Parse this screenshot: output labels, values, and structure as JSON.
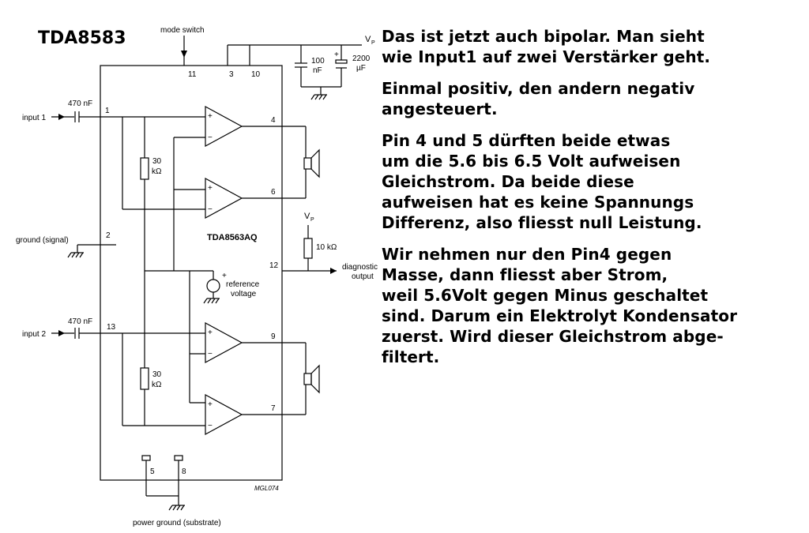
{
  "title": "TDA8583",
  "schematic": {
    "chip_label": "TDA8563AQ",
    "figure_code": "MGL074",
    "labels": {
      "mode_switch": "mode switch",
      "vp_top": "V",
      "vp_sub": "P",
      "cap_100": [
        "100",
        "nF"
      ],
      "cap_2200": [
        "2200",
        "µF"
      ],
      "input1": "input 1",
      "input2": "input 2",
      "cap_470_1": "470 nF",
      "cap_470_2": "470 nF",
      "res_30_top": [
        "30",
        "kΩ"
      ],
      "res_30_bot": [
        "30",
        "kΩ"
      ],
      "ground_signal": "ground (signal)",
      "vp_mid": "V",
      "vp_mid_sub": "P",
      "res_10k": "10 kΩ",
      "diagnostic": [
        "diagnostic",
        "output"
      ],
      "reference": [
        "reference",
        "voltage"
      ],
      "power_ground": "power ground (substrate)"
    },
    "pins": {
      "p1": "1",
      "p2": "2",
      "p3": "3",
      "p4": "4",
      "p5": "5",
      "p6": "6",
      "p7": "7",
      "p8": "8",
      "p9": "9",
      "p10": "10",
      "p11": "11",
      "p12": "12",
      "p13": "13"
    },
    "amp_signs": {
      "plus": "+",
      "minus": "−"
    }
  },
  "notes": {
    "paragraphs": [
      [
        "Das ist jetzt auch bipolar. Man sieht",
        "wie Input1 auf zwei Verstärker geht."
      ],
      [
        "Einmal positiv, den andern negativ",
        "angesteuert."
      ],
      [
        "Pin 4 und 5 dürften beide etwas",
        "um die 5.6 bis 6.5 Volt aufweisen",
        "Gleichstrom. Da beide diese",
        "aufweisen hat es keine Spannungs",
        "Differenz, also fliesst null Leistung."
      ],
      [
        "Wir nehmen nur den Pin4 gegen",
        "Masse, dann fliesst aber Strom,",
        "weil 5.6Volt gegen Minus geschaltet",
        "sind. Darum ein Elektrolyt Kondensator",
        "zuerst. Wird dieser Gleichstrom abge-",
        "filtert."
      ]
    ]
  }
}
